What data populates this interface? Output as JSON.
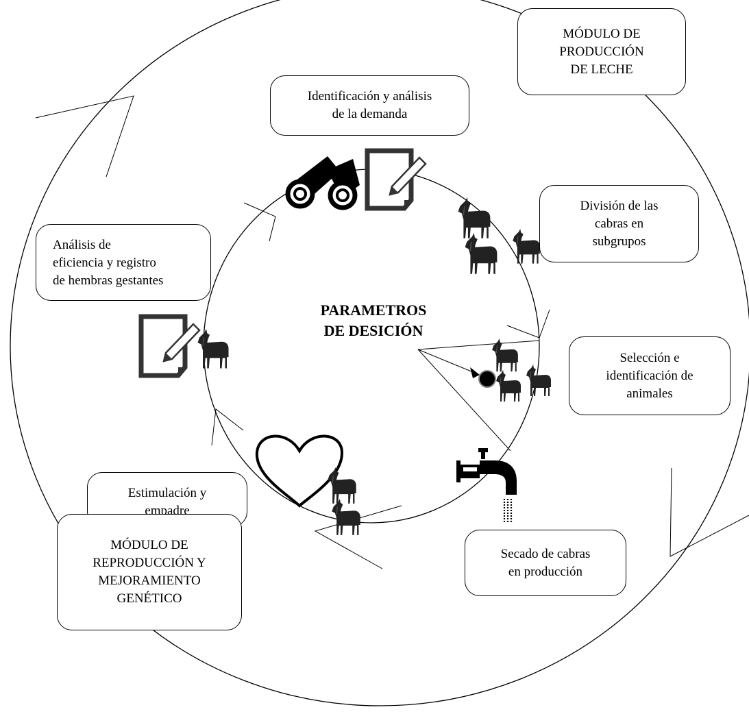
{
  "diagram": {
    "center_title": "PARAMETROS\nDE DESICIÓN",
    "modules": {
      "leche": "MÓDULO DE\nPRODUCCIÓN\nDE LECHE",
      "reproduccion": "MÓDULO DE\nREPRODUCCIÓN Y\nMEJORAMIENTO\nGENÉTICO"
    },
    "steps": {
      "demanda": "Identificación y análisis\nde la demanda",
      "division": "División de las\ncabras en\nsubgrupos",
      "seleccion": "Selección e\nidentificación de\nanimales",
      "secado": "Secado de cabras\nen producción",
      "estimulacion": "Estimulación y\nempadre",
      "analisis": "Análisis de\neficiencia y registro\nde hembras gestantes"
    },
    "icons": [
      "binoculars-icon",
      "document-pencil-icon",
      "goat-icon",
      "heart-icon",
      "water-faucet-icon",
      "target-dot-icon"
    ],
    "colors": {
      "line": "#000000",
      "goat": "#222222",
      "background": "#ffffff"
    }
  }
}
